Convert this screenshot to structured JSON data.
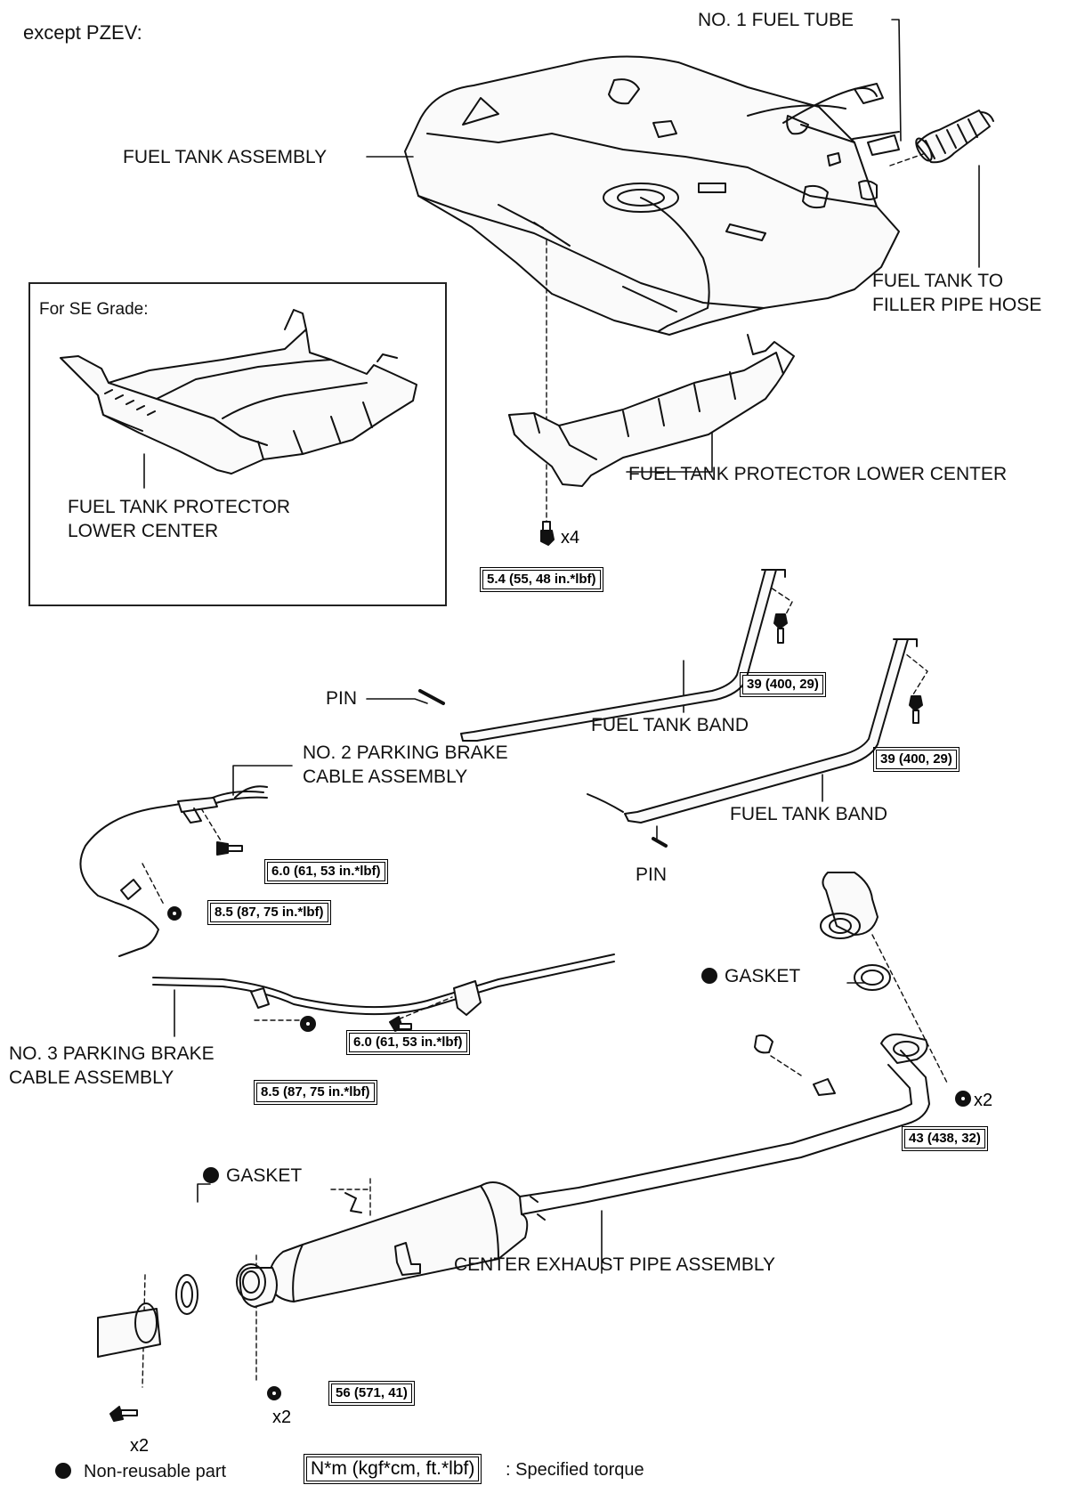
{
  "header": {
    "variant_label": "except PZEV:"
  },
  "inset": {
    "title": "For SE Grade:",
    "part_label": "FUEL TANK PROTECTOR\nLOWER CENTER"
  },
  "parts": {
    "no1_fuel_tube": "NO. 1 FUEL TUBE",
    "fuel_tank_assembly": "FUEL TANK ASSEMBLY",
    "filler_pipe_hose": "FUEL TANK TO\nFILLER PIPE HOSE",
    "protector_lower_center": "FUEL TANK PROTECTOR LOWER CENTER",
    "pin_upper": "PIN",
    "fuel_tank_band_upper": "FUEL TANK BAND",
    "no2_parking_brake": "NO. 2 PARKING BRAKE\nCABLE ASSEMBLY",
    "fuel_tank_band_lower": "FUEL TANK BAND",
    "pin_lower": "PIN",
    "gasket_upper": "GASKET",
    "no3_parking_brake": "NO. 3 PARKING BRAKE\nCABLE ASSEMBLY",
    "gasket_lower": "GASKET",
    "center_exhaust_pipe": "CENTER EXHAUST PIPE ASSEMBLY"
  },
  "torques": {
    "protector_bolt": "5.4 (55, 48 in.*lbf)",
    "band_bolt_upper": "39 (400, 29)",
    "band_bolt_lower": "39 (400, 29)",
    "pb2_bolt": "6.0 (61, 53 in.*lbf)",
    "pb2_nut": "8.5 (87, 75 in.*lbf)",
    "pb3_bolt": "6.0 (61, 53 in.*lbf)",
    "pb3_nut": "8.5 (87, 75 in.*lbf)",
    "exhaust_front_nut": "43 (438, 32)",
    "exhaust_rear_nut": "56 (571, 41)"
  },
  "quantities": {
    "protector_bolt": "x4",
    "exhaust_front_nut": "x2",
    "exhaust_rear_nut": "x2",
    "exhaust_rear_bolt": "x2"
  },
  "legend": {
    "non_reusable": "Non-reusable part",
    "torque_units": "N*m (kgf*cm, ft.*lbf)",
    "torque_desc": ": Specified torque"
  }
}
